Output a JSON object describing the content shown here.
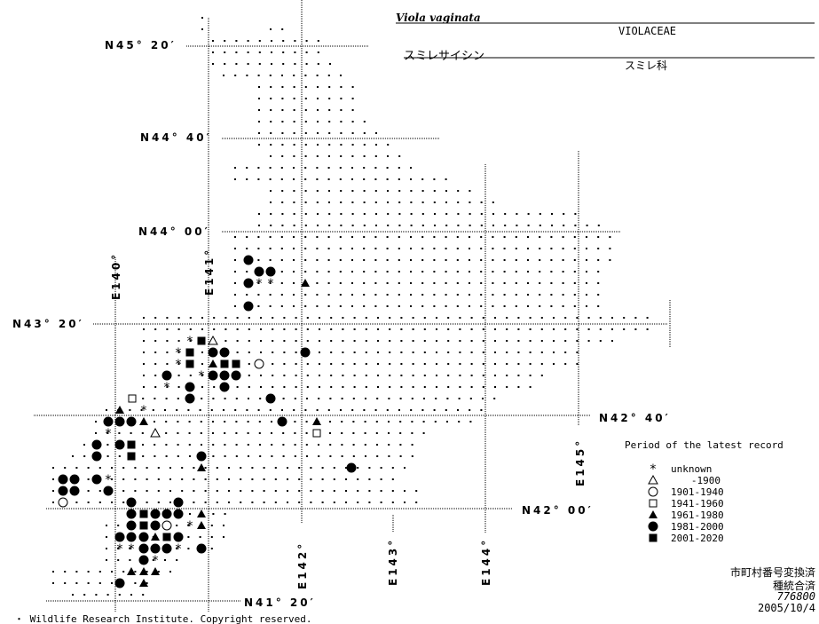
{
  "header": {
    "species_latin": "Viola vaginata",
    "family_latin": "VIOLACEAE",
    "species_japanese": "スミレサイシン",
    "family_japanese": "スミレ科"
  },
  "latitude_labels": [
    "N45° 20′",
    "N44° 40′",
    "N44° 00′",
    "N43° 20′",
    "N42° 40′",
    "N42° 00′",
    "N41° 20′"
  ],
  "longitude_labels": [
    "E140°",
    "E141°",
    "E142°",
    "E143°",
    "E144°",
    "E145°"
  ],
  "legend": {
    "title": "Period of the latest record",
    "items": [
      {
        "symbol": "asterisk",
        "label": "unknown"
      },
      {
        "symbol": "open-triangle",
        "label": "-1900"
      },
      {
        "symbol": "open-circle",
        "label": "1901-1940"
      },
      {
        "symbol": "open-square",
        "label": "1941-1960"
      },
      {
        "symbol": "filled-triangle",
        "label": "1961-1980"
      },
      {
        "symbol": "filled-circle",
        "label": "1981-2000"
      },
      {
        "symbol": "filled-square",
        "label": "2001-2020"
      }
    ]
  },
  "footer": {
    "status1": "市町村番号変換済",
    "status2": "種統合済",
    "code": "776800",
    "date": "2005/10/4",
    "copyright": "・ Wildlife Research Institute. Copyright reserved."
  }
}
